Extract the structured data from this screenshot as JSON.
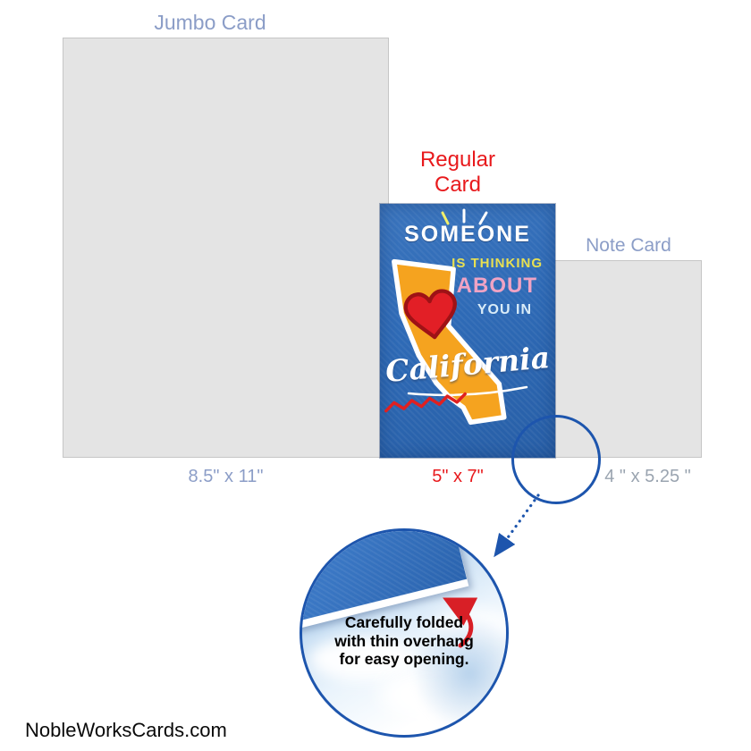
{
  "site": {
    "name": "NobleWorksCards.com"
  },
  "labels": {
    "jumbo": "Jumbo Card",
    "regular_line1": "Regular",
    "regular_line2": "Card",
    "note": "Note Card"
  },
  "sizes": {
    "jumbo": "8.5\"  x 11\"",
    "regular": "5\" x 7\"",
    "note": "4 \" x 5.25 \""
  },
  "card_art": {
    "someone": "SOMEONE",
    "thinking": "IS THINKING",
    "about": "ABOUT",
    "you_in": "YOU IN",
    "state_name": "California"
  },
  "callout": {
    "text": "Carefully folded with thin overhang for easy opening."
  },
  "colors": {
    "accent_blue": "#1d55ad",
    "label_blue": "#8b9dc7",
    "red": "#e8191c",
    "card_blue": "#2e6ab6",
    "state_orange": "#f5a31f",
    "heart_red": "#e21f26"
  }
}
